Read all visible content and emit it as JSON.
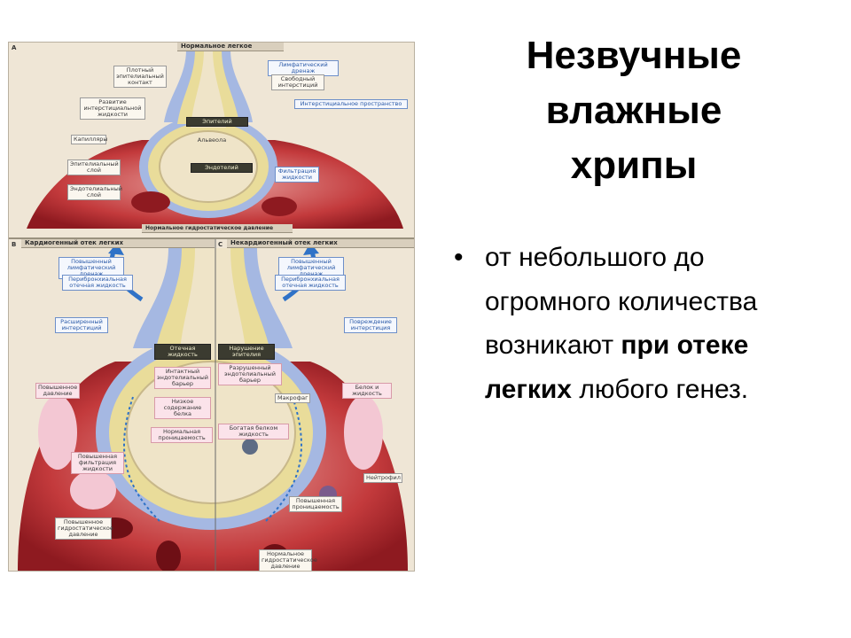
{
  "slide": {
    "title_lines": [
      "Незвучные",
      "влажные",
      "хрипы"
    ],
    "bullet": {
      "marker": "•",
      "text_before": "от небольшого до огромного количества возникают ",
      "text_bold": "при отеке легких",
      "text_after": " любого генез."
    }
  },
  "figure": {
    "panel_a": {
      "letter": "A",
      "header": "Нормальное легкое",
      "footer": "Нормальное гидростатическое давление",
      "labels": {
        "l1": "Плотный эпителиальный контакт",
        "l2": "Лимфатический дренаж",
        "l3": "Свободный интерстиций",
        "l4": "Развитие интерстициальной жидкости",
        "l5": "Капилляры",
        "l6": "Эндотелиальный слой",
        "l7": "Эпителиальный слой",
        "l8": "Интерстициальное пространство",
        "l9": "Фильтрация жидкости",
        "l10": "Альвеола",
        "l11": "Эпителий",
        "l12": "Эндотелий"
      }
    },
    "panel_b": {
      "letter": "B",
      "header": "Кардиогенный отек легких",
      "labels": {
        "l1": "Повышенный лимфатический дренаж",
        "l2": "Перибронхиальная отечная жидкость",
        "l3": "Расширенный интерстиций",
        "l4": "Повышенное давление",
        "l5": "Повышенная фильтрация жидкости",
        "l6": "Интактный эндотелиальный барьер",
        "l7": "Низкое содержание белка",
        "l8": "Нормальная проницаемость",
        "l9": "Богатая белком жидкость",
        "l10": "Отечная жидкость",
        "l11": "Повышенное гидростатическое давление"
      }
    },
    "panel_c": {
      "letter": "C",
      "header": "Некардиогенный отек легких",
      "labels": {
        "l1": "Повышенный лимфатический дренаж",
        "l2": "Перибронхиальная отечная жидкость",
        "l3": "Повреждение интерстиция",
        "l4": "Нарушение эпителия",
        "l5": "Разрушенный эндотелиальный барьер",
        "l6": "Макрофаг",
        "l7": "Нейтрофил",
        "l8": "Белок и жидкость",
        "l9": "Повышенная проницаемость",
        "l10": "Нормальное гидростатическое давление"
      }
    },
    "colors": {
      "background": "#f2eadc",
      "tissue_red": "#b8282e",
      "membrane_blue": "#8aa3d6",
      "fluid_yellow": "#e9dc9a",
      "alveolar_space": "#efe4c8",
      "arrow_blue": "#2f72c7",
      "pink_oval": "#f3c7d3"
    }
  }
}
